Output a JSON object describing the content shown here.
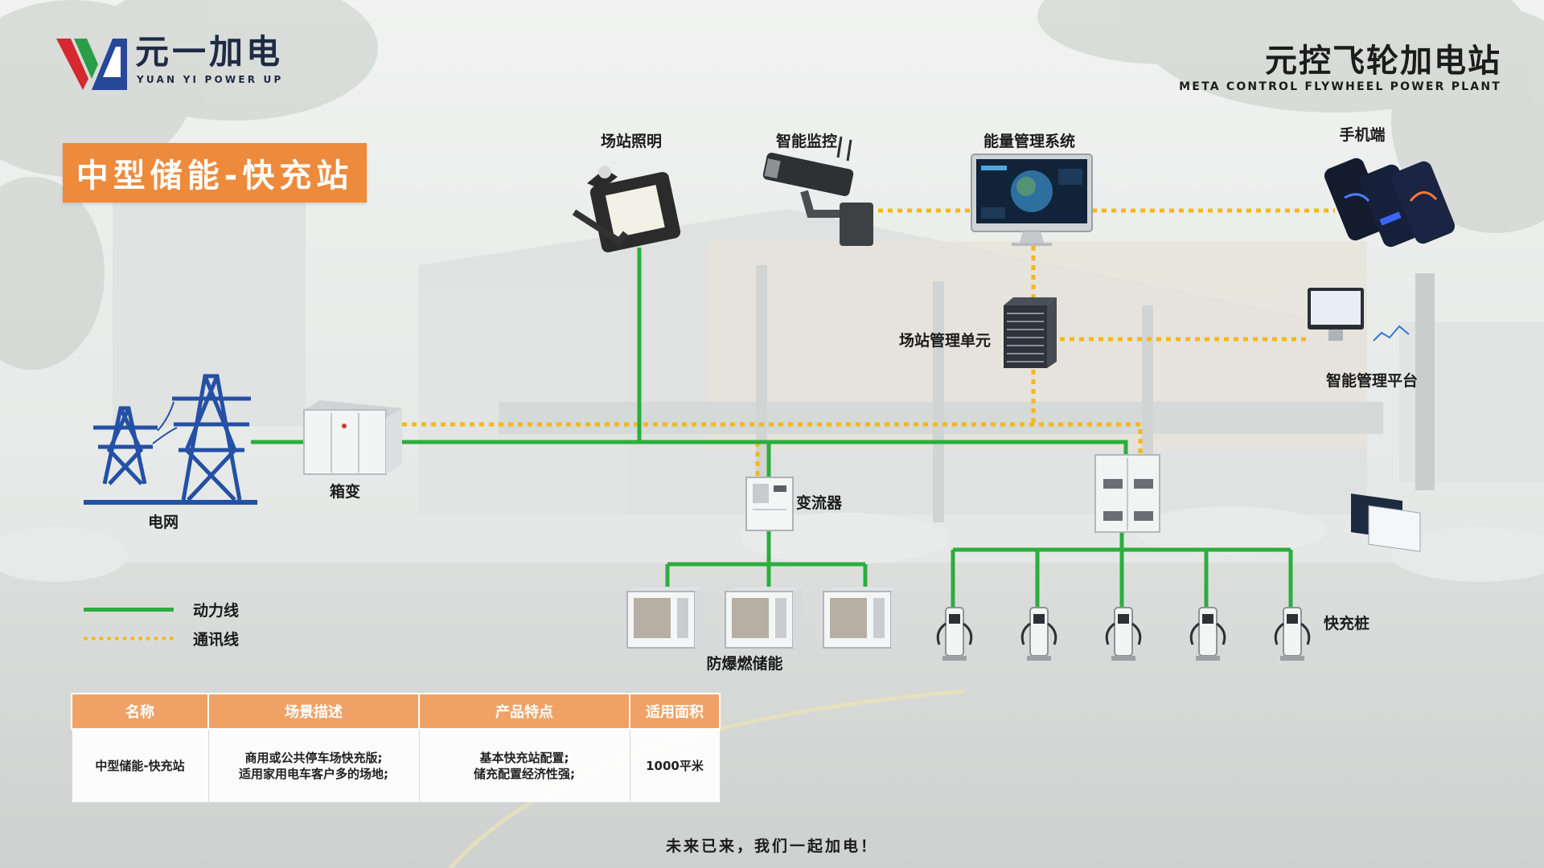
{
  "header": {
    "logo_cn": "元一加电",
    "logo_en": "YUAN YI POWER UP",
    "brand_cn": "元控飞轮加电站",
    "brand_en": "META CONTROL FLYWHEEL POWER PLANT"
  },
  "title": "中型储能-快充站",
  "nodes": {
    "grid": "电网",
    "box_transformer": "箱变",
    "lighting": "场站照明",
    "monitoring": "智能监控",
    "ems": "能量管理系统",
    "mobile": "手机端",
    "station_unit": "场站管理单元",
    "platform": "智能管理平台",
    "converter": "变流器",
    "storage": "防爆燃储能",
    "chargers": "快充桩"
  },
  "legend": {
    "power_line": "动力线",
    "comm_line": "通讯线"
  },
  "colors": {
    "power_line": "#2bae3c",
    "comm_line": "#f4b81a",
    "accent": "#ee8a3c",
    "table_header": "#f0a266",
    "tower": "#2450a5"
  },
  "table": {
    "headers": [
      "名称",
      "场景描述",
      "产品特点",
      "适用面积"
    ],
    "rows": [
      {
        "name": "中型储能-快充站",
        "scene": [
          "商用或公共停车场快充版;",
          "适用家用电车客户多的场地;"
        ],
        "features": [
          "基本快充站配置;",
          "储充配置经济性强;"
        ],
        "area": "1000平米"
      }
    ]
  },
  "footer": {
    "slogan": "未来已来，我们一起加电！"
  }
}
